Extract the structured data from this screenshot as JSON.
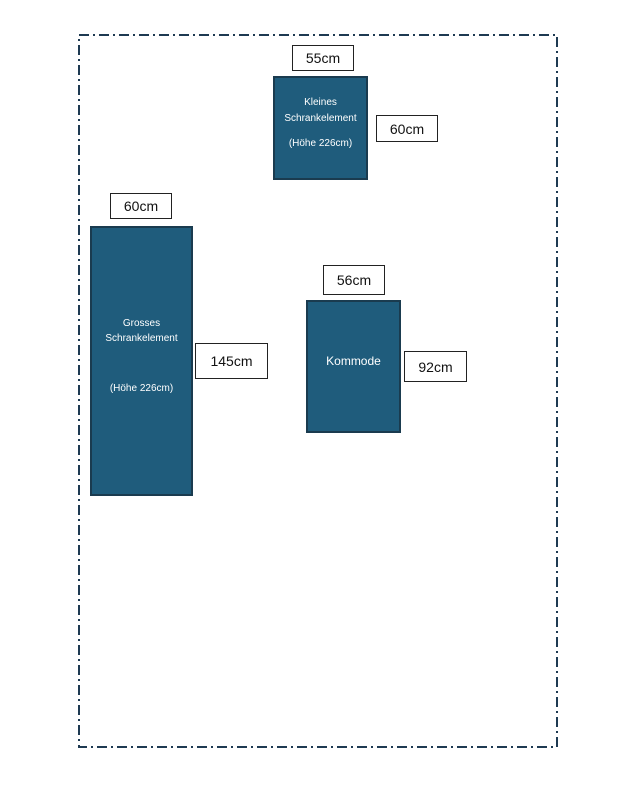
{
  "colors": {
    "furniture": "#1f5c7c",
    "furniture_border": "#1a3b4f",
    "room_border": "#1e3a52"
  },
  "items": {
    "small_cabinet": {
      "name_line1": "Kleines",
      "name_line2": "Schrankelement",
      "height_note": "(Höhe 226cm)",
      "width_label": "55cm",
      "depth_label": "60cm"
    },
    "large_cabinet": {
      "name_line1": "Grosses",
      "name_line2": "Schrankelement",
      "height_note": "(Höhe 226cm)",
      "width_label": "60cm",
      "depth_label": "145cm"
    },
    "dresser": {
      "name": "Kommode",
      "width_label": "56cm",
      "depth_label": "92cm"
    }
  }
}
